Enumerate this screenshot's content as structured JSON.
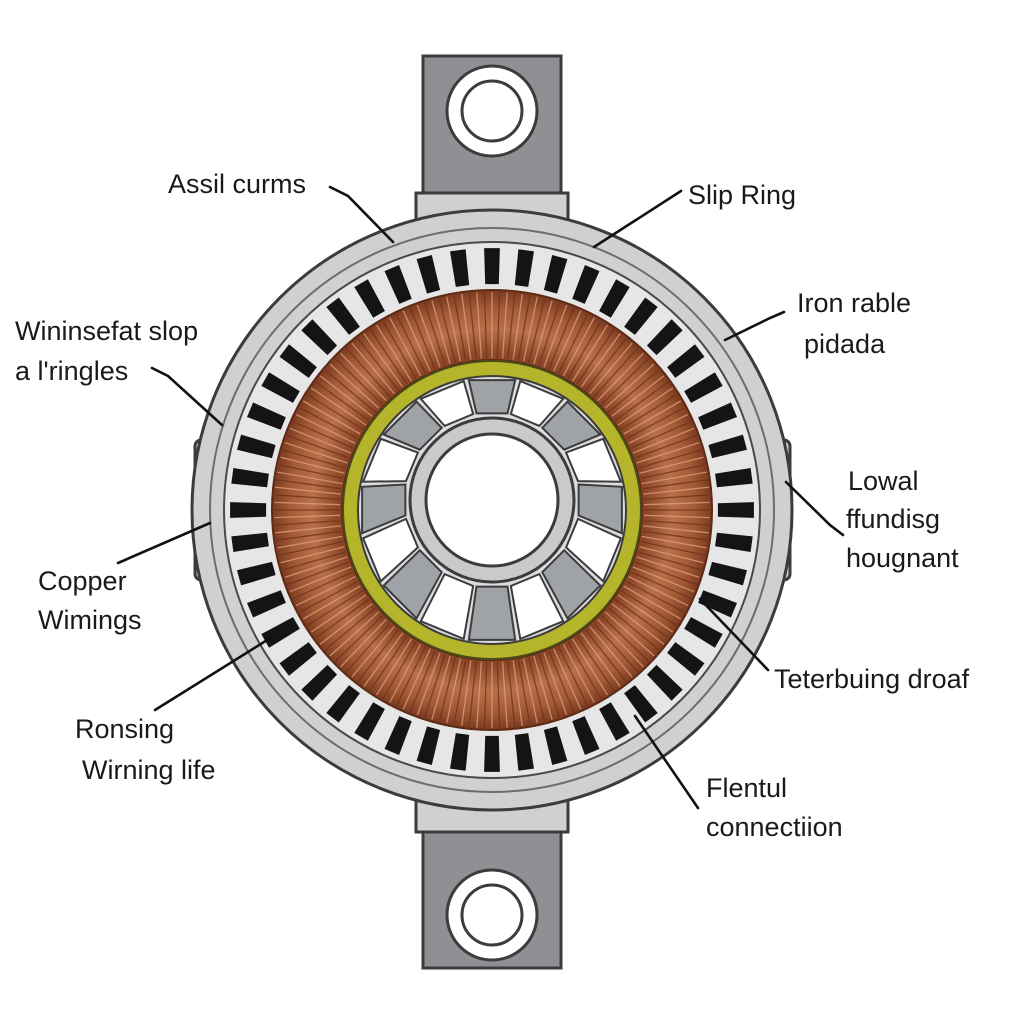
{
  "labels": {
    "assil_curms": "Assil curms",
    "slip_ring": "Slip Ring",
    "iron_rable": {
      "line1": "Iron rable",
      "line2": "pidada"
    },
    "wininsefat": {
      "line1": "Wininsefat slop",
      "line2": "a l'ringles"
    },
    "lowal": {
      "line1": "Lowal",
      "line2": "ffundisg",
      "line3": "hougnant"
    },
    "copper": {
      "line1": "Copper",
      "line2": "Wimings"
    },
    "teterbuing": "Teterbuing droaf",
    "ronsing": {
      "line1": "Ronsing",
      "line2": "Wirning life"
    },
    "flentul": {
      "line1": "Flentul",
      "line2": "connectiion"
    }
  },
  "colors": {
    "housing": "#cfd0d2",
    "housing_stroke": "#3c3c3c",
    "copper_dark": "#7a3a20",
    "copper_light": "#c98a66",
    "insulation_ring": "#b4b52a",
    "pole_gray": "#9fa2a6",
    "slot_black": "#141414"
  }
}
